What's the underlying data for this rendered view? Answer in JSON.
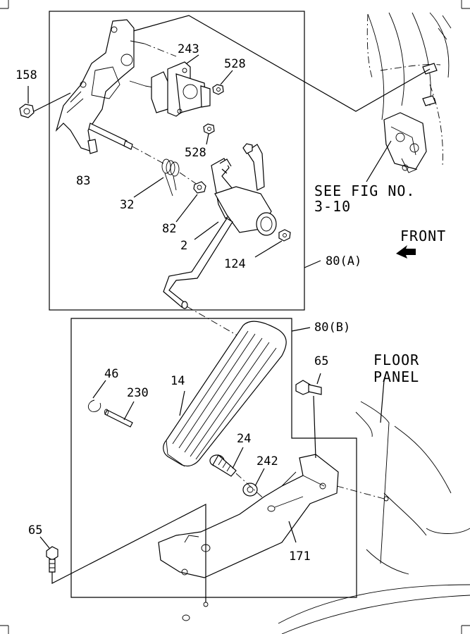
{
  "callouts": {
    "p158": "158",
    "p243": "243",
    "p528a": "528",
    "p528b": "528",
    "p83": "83",
    "p32": "32",
    "p82": "82",
    "p2": "2",
    "p124": "124",
    "p80a": "80(A)",
    "p80b": "80(B)",
    "p46": "46",
    "p230": "230",
    "p14": "14",
    "p65a": "65",
    "p65b": "65",
    "p24": "24",
    "p242": "242",
    "p171": "171"
  },
  "notes": {
    "see_fig_line1": "SEE FIG NO.",
    "see_fig_line2": "3-10",
    "front": "FRONT",
    "floor_line1": "FLOOR",
    "floor_line2": "PANEL"
  }
}
